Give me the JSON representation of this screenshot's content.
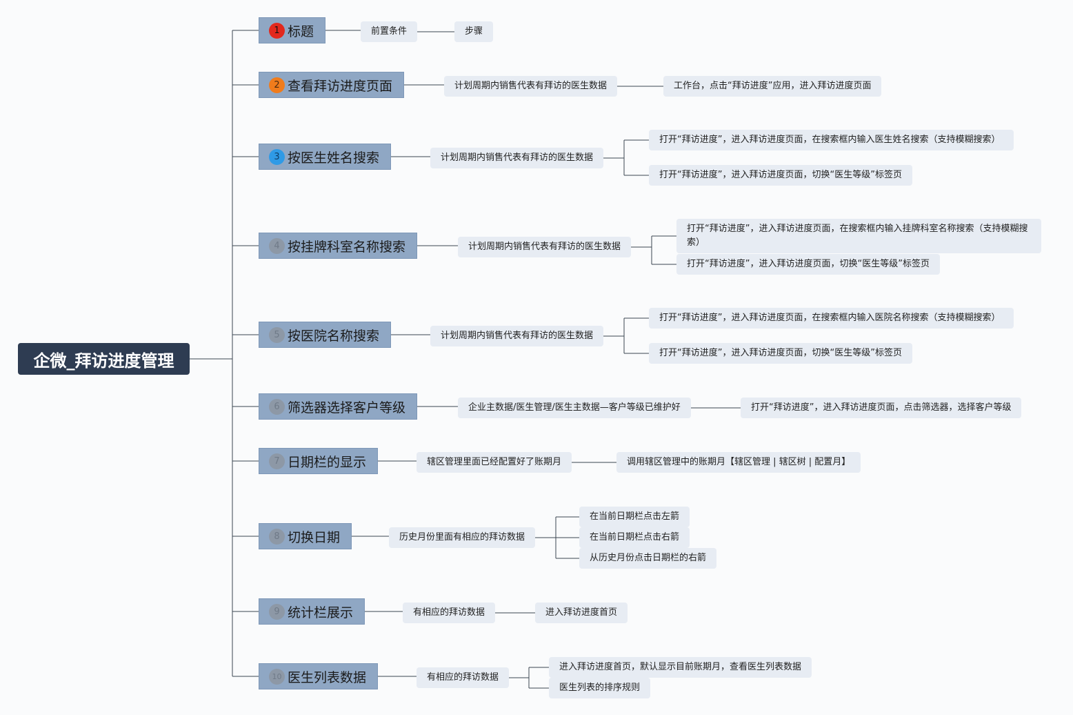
{
  "root": {
    "label": "企微_拜访进度管理"
  },
  "colors": {
    "root": "#2e3c52",
    "main_fill": "#8fa7c4",
    "sub_fill": "#e7ecf3",
    "line": "#3a4450",
    "badge_1": "#e2281d",
    "badge_2": "#f07c1c",
    "badge_3": "#2f9ae6",
    "badge_other": "#8d98a6"
  },
  "branches": [
    {
      "number": "1",
      "title": "标题",
      "precondition": "前置条件",
      "steps": [
        "步骤"
      ]
    },
    {
      "number": "2",
      "title": "查看拜访进度页面",
      "precondition": "计划周期内销售代表有拜访的医生数据",
      "steps": [
        "工作台，点击“拜访进度”应用，进入拜访进度页面"
      ]
    },
    {
      "number": "3",
      "title": "按医生姓名搜索",
      "precondition": "计划周期内销售代表有拜访的医生数据",
      "steps": [
        "打开“拜访进度”，进入拜访进度页面，在搜索框内输入医生姓名搜索（支持模糊搜索）",
        "打开“拜访进度”，进入拜访进度页面，切换“医生等级”标签页"
      ]
    },
    {
      "number": "4",
      "title": "按挂牌科室名称搜索",
      "precondition": "计划周期内销售代表有拜访的医生数据",
      "steps": [
        "打开“拜访进度”，进入拜访进度页面，在搜索框内输入挂牌科室名称搜索（支持模糊搜索）",
        "打开“拜访进度”，进入拜访进度页面，切换“医生等级”标签页"
      ]
    },
    {
      "number": "5",
      "title": "按医院名称搜索",
      "precondition": "计划周期内销售代表有拜访的医生数据",
      "steps": [
        "打开“拜访进度”，进入拜访进度页面，在搜索框内输入医院名称搜索（支持模糊搜索）",
        "打开“拜访进度”，进入拜访进度页面，切换“医生等级”标签页"
      ]
    },
    {
      "number": "6",
      "title": "筛选器选择客户等级",
      "precondition": "企业主数据/医生管理/医生主数据—客户等级已维护好",
      "steps": [
        "打开“拜访进度”，进入拜访进度页面，点击筛选器，选择客户等级"
      ]
    },
    {
      "number": "7",
      "title": "日期栏的显示",
      "precondition": "辖区管理里面已经配置好了账期月",
      "steps": [
        "调用辖区管理中的账期月【辖区管理 | 辖区树 | 配置月】"
      ]
    },
    {
      "number": "8",
      "title": "切换日期",
      "precondition": "历史月份里面有相应的拜访数据",
      "steps": [
        "在当前日期栏点击左箭",
        "在当前日期栏点击右箭",
        "从历史月份点击日期栏的右箭"
      ]
    },
    {
      "number": "9",
      "title": "统计栏展示",
      "precondition": "有相应的拜访数据",
      "steps": [
        "进入拜访进度首页"
      ]
    },
    {
      "number": "10",
      "title": "医生列表数据",
      "precondition": "有相应的拜访数据",
      "steps": [
        "进入拜访进度首页，默认显示目前账期月，查看医生列表数据",
        "医生列表的排序规则"
      ]
    }
  ]
}
